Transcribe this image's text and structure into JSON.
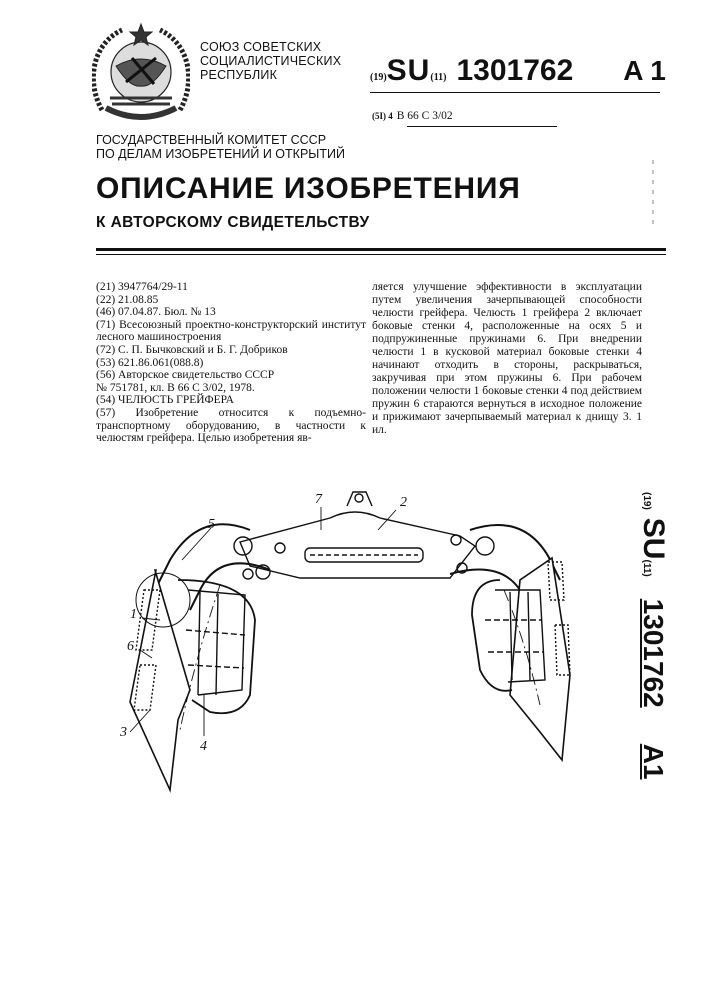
{
  "header": {
    "union_name": "СОЮЗ СОВЕТСКИХ\nСОЦИАЛИСТИЧЕСКИХ\nРЕСПУБЛИК",
    "country_code_num": "(19)",
    "country": "SU",
    "number_code_num": "(11)",
    "number": "1301762",
    "kind": "A 1",
    "ipc_code_num": "(5I) 4",
    "ipc": "B 66 C 3/02",
    "committee": "ГОСУДАРСТВЕННЫЙ КОМИТЕТ СССР\nПО ДЕЛАМ ИЗОБРЕТЕНИЙ И ОТКРЫТИЙ",
    "title": "ОПИСАНИЕ ИЗОБРЕТЕНИЯ",
    "subtitle": "К АВТОРСКОМУ СВИДЕТЕЛЬСТВУ"
  },
  "biblio": {
    "f21": "(21) 3947764/29-11",
    "f22": "(22) 21.08.85",
    "f46": "(46) 07.04.87. Бюл. № 13",
    "f71": "(71) Всесоюзный проектно-конструкторский институт лесного машиностроения",
    "f72": "(72) С. П. Бычковский и Б. Г. Добриков",
    "f53": "(53) 621.86.061(088.8)",
    "f56a": "(56) Авторское свидетельство СССР",
    "f56b": "№ 751781, кл. В 66 С 3/02, 1978.",
    "f54": "(54) ЧЕЛЮСТЬ ГРЕЙФЕРА",
    "f57": "(57) Изобретение относится к подъемно-транспортному оборудованию, в частности к челюстям грейфера. Целью изобретения яв-"
  },
  "abstract_right": "ляется улучшение эффективности в эксплуатации путем увеличения зачерпывающей способности челюсти грейфера. Челюсть 1 грейфера 2 включает боковые стенки 4, расположенные на осях 5 и подпружиненные пружинами 6. При внедрении челюсти 1 в кусковой материал боковые стенки 4 начинают отходить в стороны, раскрываться, закручивая при этом пружины 6. При рабочем положении челюсти 1 боковые стенки 4 под действием пружин 6 стараются вернуться в исходное положение и прижимают зачерпываемый материал к днищу 3. 1 ил.",
  "figure_labels": {
    "l1": "1",
    "l2": "2",
    "l3": "3",
    "l4": "4",
    "l5": "5",
    "l6": "6",
    "l7": "7"
  },
  "side": {
    "country_code_num": "(19)",
    "country": "SU",
    "number_code_num": "(11)",
    "number": "1301762",
    "kind": "A1"
  }
}
